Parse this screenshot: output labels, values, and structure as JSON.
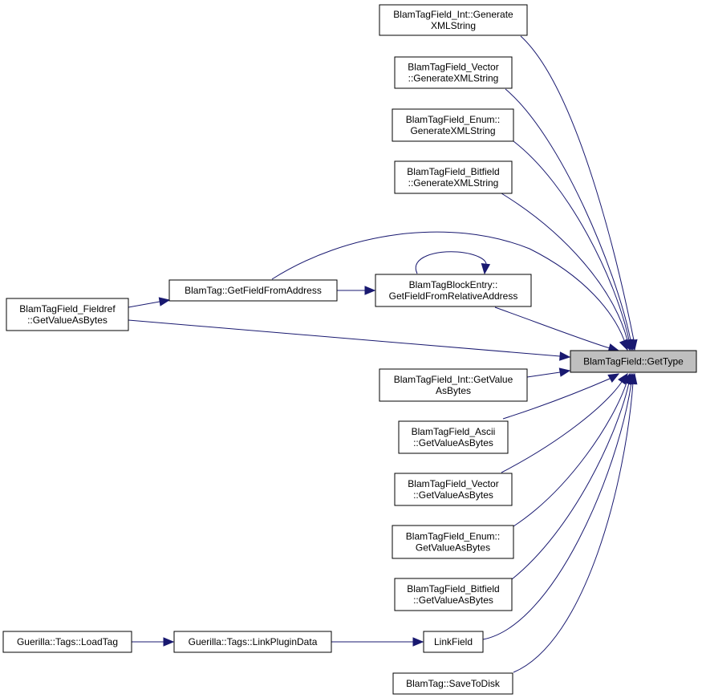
{
  "diagram": {
    "type": "call-graph",
    "colors": {
      "edge": "#191970",
      "node_fill": "#ffffff",
      "target_fill": "#bfbfbf",
      "border": "#000000"
    },
    "nodes": {
      "int_gen_xml": {
        "lines": [
          "BlamTagField_Int::Generate",
          "XMLString"
        ]
      },
      "vector_gen_xml": {
        "lines": [
          "BlamTagField_Vector",
          "::GenerateXMLString"
        ]
      },
      "enum_gen_xml": {
        "lines": [
          "BlamTagField_Enum::",
          "GenerateXMLString"
        ]
      },
      "bitfield_gen_xml": {
        "lines": [
          "BlamTagField_Bitfield",
          "::GenerateXMLString"
        ]
      },
      "fieldref_get_bytes": {
        "lines": [
          "BlamTagField_Fieldref",
          "::GetValueAsBytes"
        ]
      },
      "blamtag_get_field": {
        "lines": [
          "BlamTag::GetFieldFromAddress"
        ]
      },
      "blockentry_get_field": {
        "lines": [
          "BlamTagBlockEntry::",
          "GetFieldFromRelativeAddress"
        ]
      },
      "get_type": {
        "lines": [
          "BlamTagField::GetType"
        ],
        "target": true
      },
      "int_get_bytes": {
        "lines": [
          "BlamTagField_Int::GetValue",
          "AsBytes"
        ]
      },
      "ascii_get_bytes": {
        "lines": [
          "BlamTagField_Ascii",
          "::GetValueAsBytes"
        ]
      },
      "vector_get_bytes": {
        "lines": [
          "BlamTagField_Vector",
          "::GetValueAsBytes"
        ]
      },
      "enum_get_bytes": {
        "lines": [
          "BlamTagField_Enum::",
          "GetValueAsBytes"
        ]
      },
      "bitfield_get_bytes": {
        "lines": [
          "BlamTagField_Bitfield",
          "::GetValueAsBytes"
        ]
      },
      "load_tag": {
        "lines": [
          "Guerilla::Tags::LoadTag"
        ]
      },
      "link_plugin_data": {
        "lines": [
          "Guerilla::Tags::LinkPluginData"
        ]
      },
      "link_field": {
        "lines": [
          "LinkField"
        ]
      },
      "save_to_disk": {
        "lines": [
          "BlamTag::SaveToDisk"
        ]
      }
    },
    "edges": [
      {
        "from": "int_gen_xml",
        "to": "get_type"
      },
      {
        "from": "vector_gen_xml",
        "to": "get_type"
      },
      {
        "from": "enum_gen_xml",
        "to": "get_type"
      },
      {
        "from": "bitfield_gen_xml",
        "to": "get_type"
      },
      {
        "from": "blamtag_get_field",
        "to": "get_type"
      },
      {
        "from": "blamtag_get_field",
        "to": "blockentry_get_field"
      },
      {
        "from": "fieldref_get_bytes",
        "to": "blamtag_get_field"
      },
      {
        "from": "fieldref_get_bytes",
        "to": "get_type"
      },
      {
        "from": "blockentry_get_field",
        "to": "blockentry_get_field"
      },
      {
        "from": "blockentry_get_field",
        "to": "get_type"
      },
      {
        "from": "int_get_bytes",
        "to": "get_type"
      },
      {
        "from": "ascii_get_bytes",
        "to": "get_type"
      },
      {
        "from": "vector_get_bytes",
        "to": "get_type"
      },
      {
        "from": "enum_get_bytes",
        "to": "get_type"
      },
      {
        "from": "bitfield_get_bytes",
        "to": "get_type"
      },
      {
        "from": "link_field",
        "to": "get_type"
      },
      {
        "from": "save_to_disk",
        "to": "get_type"
      },
      {
        "from": "load_tag",
        "to": "link_plugin_data"
      },
      {
        "from": "link_plugin_data",
        "to": "link_field"
      }
    ]
  }
}
